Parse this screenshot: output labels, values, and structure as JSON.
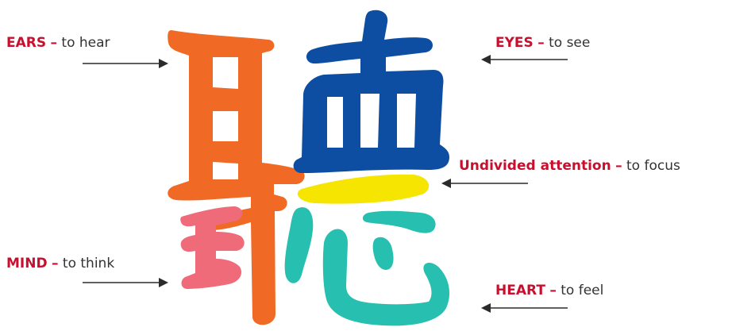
{
  "colors": {
    "ears": "#f06a25",
    "eyes": "#0d4ea3",
    "attention": "#f6e500",
    "mind": "#ef6b7a",
    "heart": "#27bfb0",
    "label_key": "#c8102e",
    "label_text": "#333333",
    "arrow": "#2b2b2b"
  },
  "labels": {
    "ears": {
      "key": "EARS",
      "dash": "–",
      "text": "to hear"
    },
    "eyes": {
      "key": "EYES",
      "dash": "–",
      "text": "to see"
    },
    "attention": {
      "key": "Undivided attention",
      "dash": "–",
      "text": "to focus"
    },
    "mind": {
      "key": "MIND",
      "dash": "–",
      "text": "to think"
    },
    "heart": {
      "key": "HEART",
      "dash": "–",
      "text": "to feel"
    }
  },
  "icons": [
    "arrow-right-icon",
    "arrow-left-icon"
  ]
}
